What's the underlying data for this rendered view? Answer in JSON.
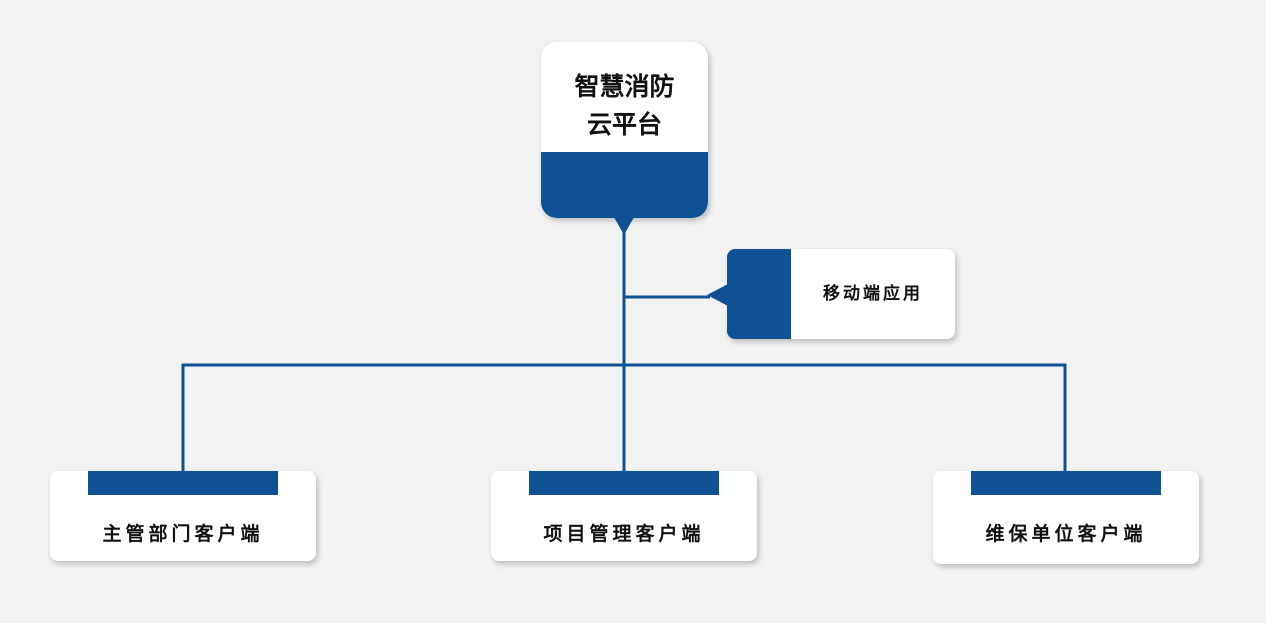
{
  "diagram": {
    "root": {
      "line1": "智慧消防",
      "line2": "云平台"
    },
    "mobile": {
      "label": "移动端应用"
    },
    "clients": [
      {
        "label": "主管部门客户端"
      },
      {
        "label": "项目管理客户端"
      },
      {
        "label": "维保单位客户端"
      }
    ]
  },
  "colors": {
    "accent": "#0e5195",
    "background": "#f2f2f2",
    "card": "#ffffff",
    "text": "#111111"
  }
}
